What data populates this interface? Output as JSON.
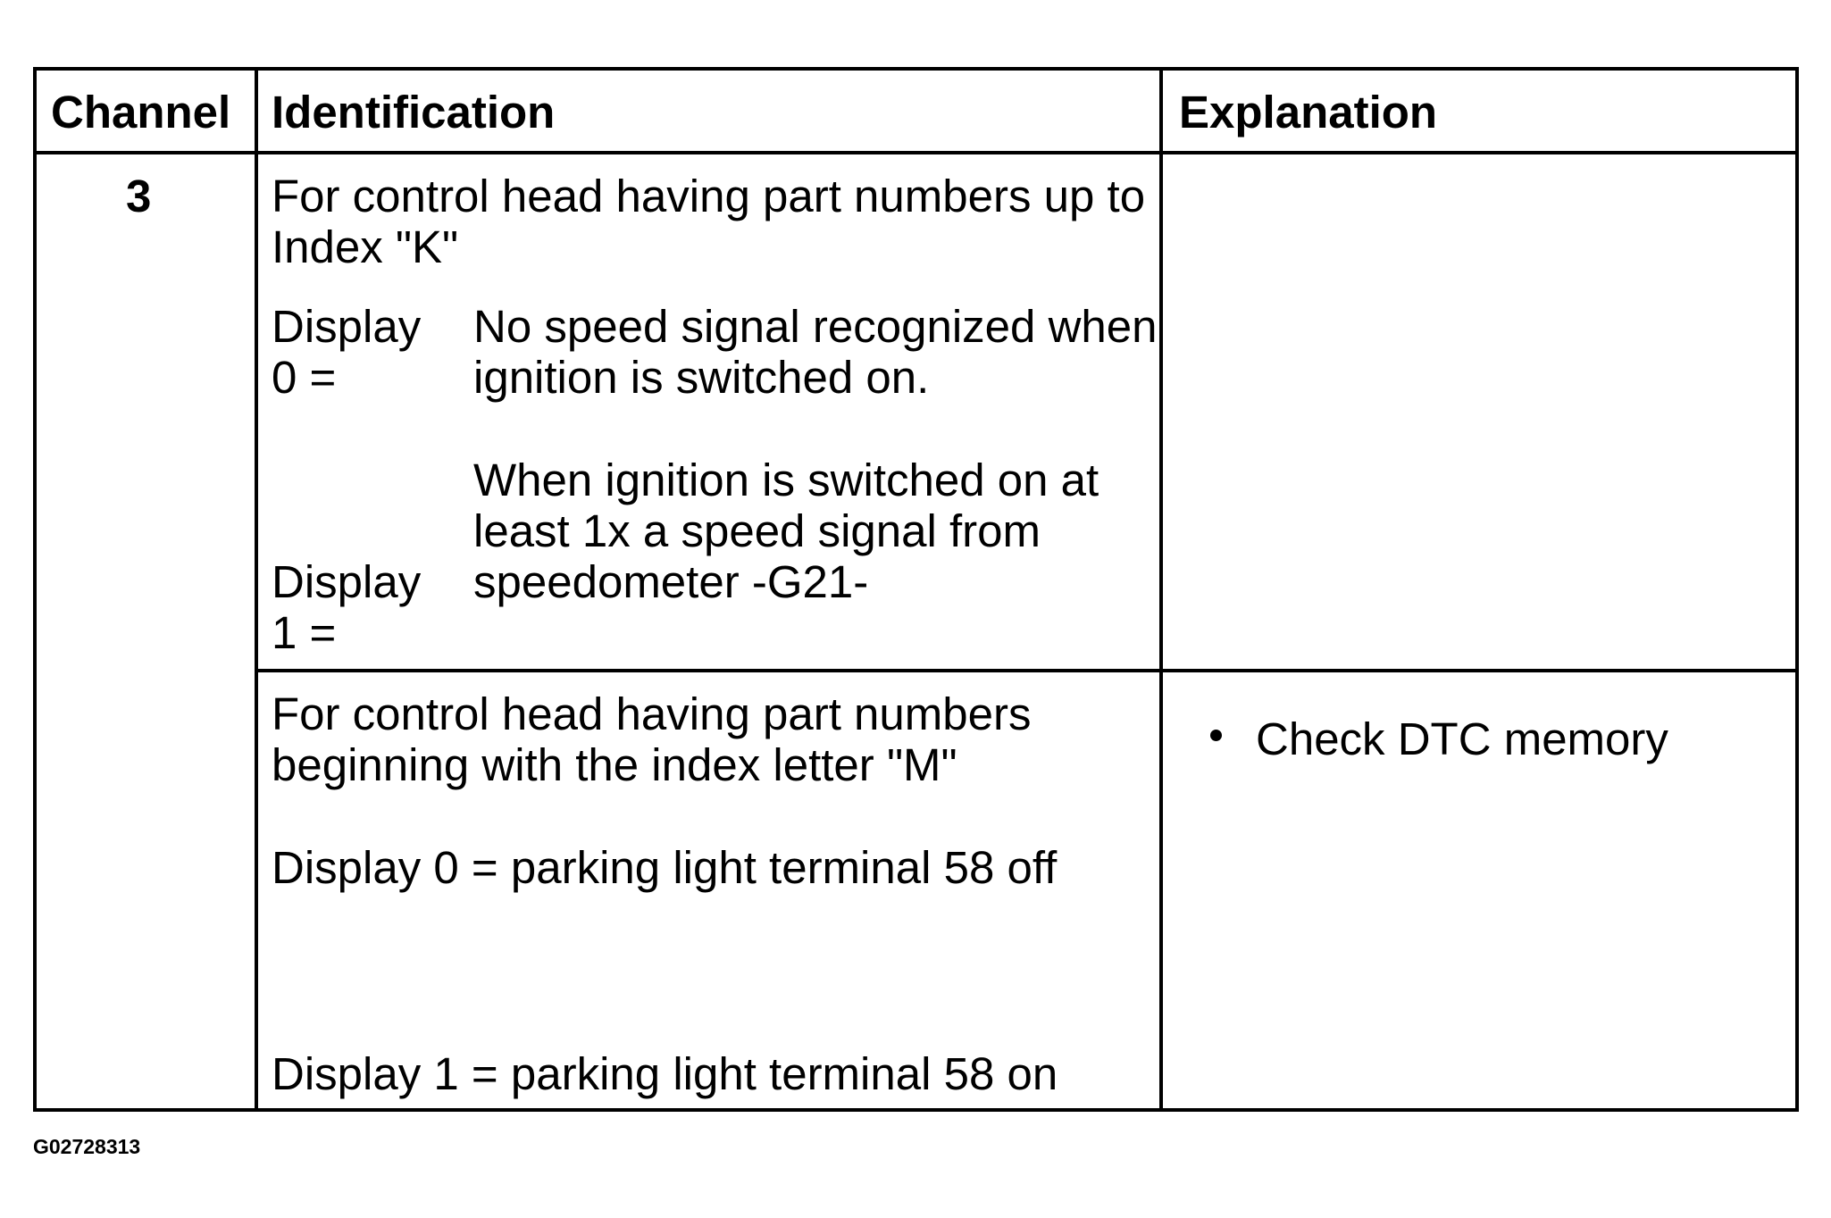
{
  "table": {
    "headers": {
      "channel": "Channel",
      "identification": "Identification",
      "explanation": "Explanation"
    },
    "rows": [
      {
        "channel": "3",
        "identification": {
          "intro": [
            "For control head having part numbers up to",
            "Index \"K\""
          ],
          "display0_label": [
            "Display",
            "0 ="
          ],
          "display0_text": [
            "No speed signal recognized when",
            "ignition is switched on."
          ],
          "display1_label": [
            "Display",
            "1 ="
          ],
          "display1_text": [
            "When ignition is switched on at",
            "least 1x a speed signal from",
            "speedometer -G21-"
          ]
        },
        "explanation": ""
      },
      {
        "identification": {
          "intro": [
            "For control head having part numbers",
            "beginning with the index letter \"M\""
          ],
          "display0": "Display 0 = parking light terminal 58 off",
          "display1": "Display 1 = parking light terminal 58 on"
        },
        "explanation": {
          "bullets": [
            "Check DTC memory"
          ]
        }
      }
    ]
  },
  "caption": "G02728313"
}
